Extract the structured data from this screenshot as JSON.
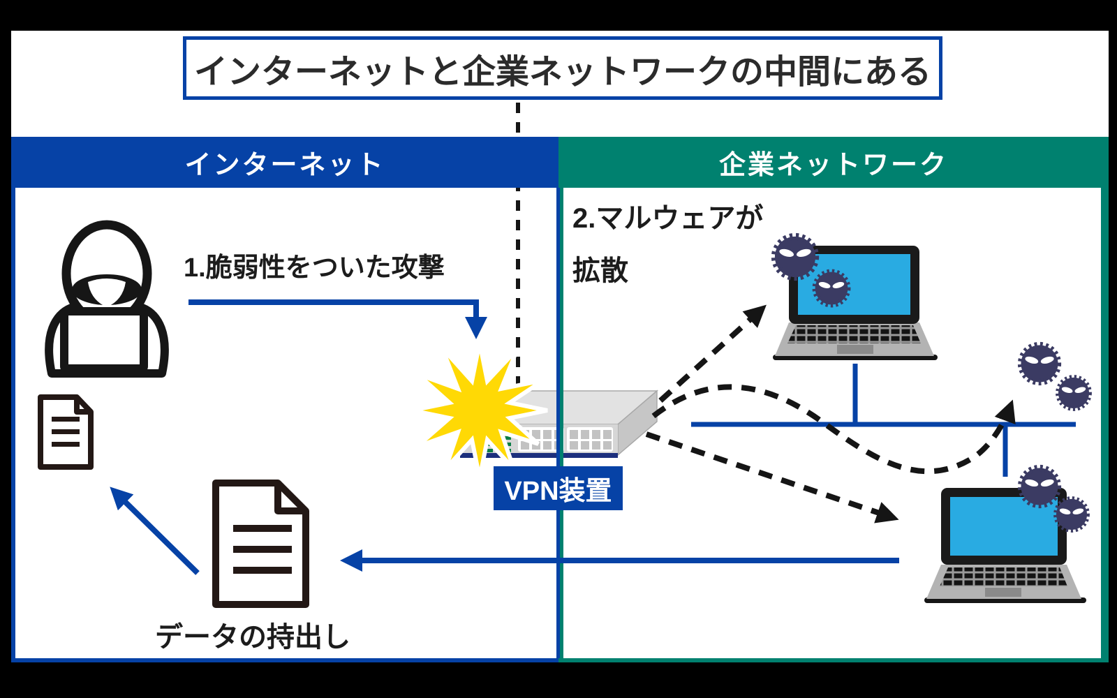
{
  "title": "インターネットと企業ネットワークの中間にある",
  "sections": {
    "internet": {
      "label": "インターネット",
      "color": "#0642a6"
    },
    "corporate": {
      "label": "企業ネットワーク",
      "color": "#00816f"
    }
  },
  "annotations": {
    "attack_step": "1.脆弱性をついた攻撃",
    "malware_step_line1": "2.マルウェアが",
    "malware_step_line2": "拡散",
    "data_exfiltration": "データの持出し"
  },
  "device": {
    "vpn_label": "VPN装置"
  },
  "icons": [
    "hacker-icon",
    "document-icon",
    "vpn-switch-icon",
    "explosion-icon",
    "laptop-icon",
    "virus-icon",
    "dashed-arrow",
    "solid-arrow"
  ],
  "colors": {
    "accent_blue": "#0642a6",
    "section_teal": "#00816f",
    "screen_cyan": "#29abe2",
    "burst_yellow": "#ffd905",
    "virus_navy": "#3b3b63",
    "dashed_black": "#151515",
    "document_outline": "#231815",
    "frame_black": "#000000"
  }
}
